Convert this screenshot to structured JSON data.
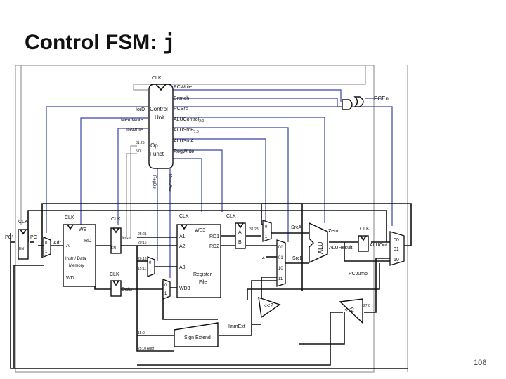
{
  "slide": {
    "title_text": "Control FSM: ",
    "title_code": "j",
    "page_number": "108"
  },
  "labels": {
    "clk": "CLK",
    "control_unit_1": "Control",
    "control_unit_2": "Unit",
    "op": "Op",
    "funct": "Funct",
    "op_bits": "31:26",
    "funct_bits": "5:0",
    "iord": "IorD",
    "memwrite": "MemWrite",
    "irwrite": "IRWrite",
    "pcwrite": "PCWrite",
    "branch": "Branch",
    "pcsrc": "PCSrc",
    "alucontrol": "ALUControl",
    "alucontrol_sub": "2:0",
    "alusrcb": "ALUSrcB",
    "alusrcb_sub": "1:0",
    "alusrca": "ALUSrcA",
    "regwrite": "RegWrite",
    "regdst": "RegDst",
    "memtoreg": "MemtoReg",
    "pcen": "PCEn",
    "pc_in": "PC'",
    "pc": "PC",
    "en": "EN",
    "adr": "Adr",
    "mem_we": "WE",
    "mem_rd": "RD",
    "mem_a": "A",
    "mem_name_1": "Instr / Data",
    "mem_name_2": "Memory",
    "mem_wd": "WD",
    "instr": "Instr",
    "data": "Data",
    "b_25_21": "25:21",
    "b_20_16": "20:16",
    "b_20_16b": "20:16",
    "b_15_11": "15:11",
    "b_15_0": "15:0",
    "b_25_0": "25:0 (Addr)",
    "b_31_28": "31:28",
    "b_27_0": "27:0",
    "rf_we3": "WE3",
    "rf_a1": "A1",
    "rf_a2": "A2",
    "rf_a3": "A3",
    "rf_wd3": "WD3",
    "rf_rd1": "RD1",
    "rf_rd2": "RD2",
    "rf_name_1": "Register",
    "rf_name_2": "File",
    "reg_a": "A",
    "reg_b": "B",
    "srca": "SrcA",
    "srcb": "SrcB",
    "four": "4",
    "alu": "ALU",
    "zero": "Zero",
    "aluresult": "ALUResult",
    "aluout": "ALUOut",
    "pcjump": "PCJump",
    "sign_extend": "Sign Extend",
    "immext": "ImmExt",
    "shl2": "<<2",
    "m0": "0",
    "m1": "1",
    "m00": "00",
    "m01": "01",
    "m10": "10",
    "m11": "11"
  }
}
